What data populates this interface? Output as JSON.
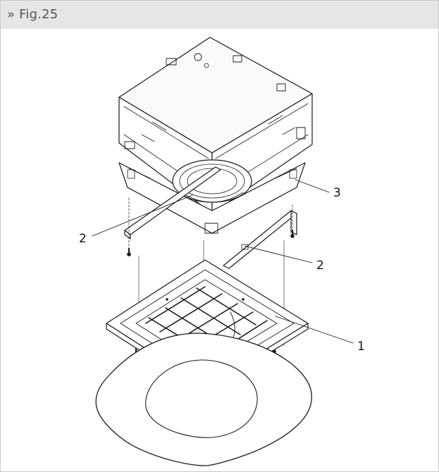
{
  "figure": {
    "title": "» Fig.25"
  },
  "callouts": {
    "label_3": "3",
    "label_2_left": "2",
    "label_2_right": "2",
    "label_1": "1"
  },
  "colors": {
    "header_bg": "#e6e6e6",
    "border": "#c9c9c9",
    "line": "#1a1a1a"
  },
  "icons": [
    "leader-arrow-icon"
  ]
}
